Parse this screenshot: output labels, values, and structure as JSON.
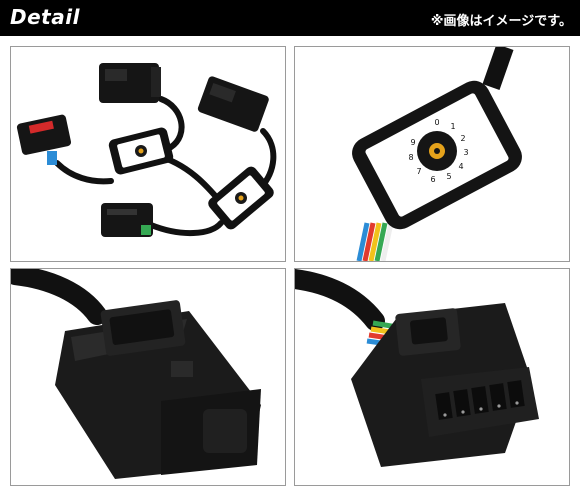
{
  "header": {
    "title": "Detail",
    "note": "※画像はイメージです。",
    "background": "#000000",
    "text_color": "#ffffff"
  },
  "dial_numbers": [
    "0",
    "1",
    "2",
    "3",
    "4",
    "5",
    "6",
    "7",
    "8",
    "9"
  ],
  "wire_colors": [
    "#2b8cd6",
    "#e23a2e",
    "#f1c21b",
    "#35a853",
    "#ffffff"
  ]
}
